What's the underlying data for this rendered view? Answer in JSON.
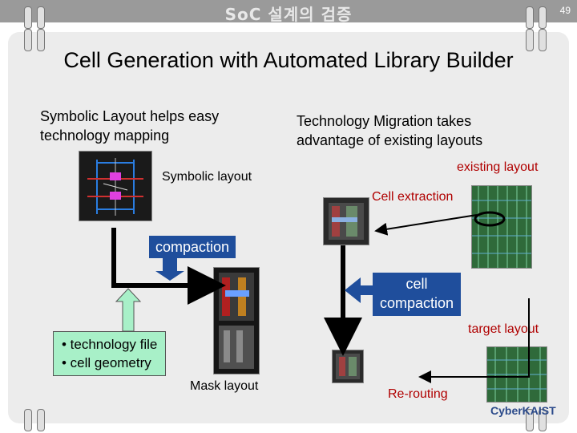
{
  "header": {
    "banner_text": "SoC 설계의 검증",
    "page_number": "49"
  },
  "slide": {
    "title": "Cell Generation with Automated Library Builder"
  },
  "left": {
    "intro": "Symbolic Layout helps easy\ntechnology mapping",
    "symbolic_label": "Symbolic layout",
    "compaction_label": "compaction",
    "inputs_text": "• technology file\n• cell geometry",
    "mask_label": "Mask layout"
  },
  "right": {
    "intro": "Technology Migration takes\nadvantage of existing layouts",
    "existing_label": "existing layout",
    "extraction_label": "Cell extraction",
    "cell_compaction_label": "cell\ncompaction",
    "target_label": "target layout",
    "rerouting_label": "Re-routing"
  },
  "footer": {
    "logo_text": "CyberKAIST"
  },
  "colors": {
    "header_bar": "#9a9a9a",
    "panel": "#ececec",
    "accent_blue": "#1f4e9c",
    "input_green": "#a8f0c8",
    "label_red": "#b00000"
  }
}
